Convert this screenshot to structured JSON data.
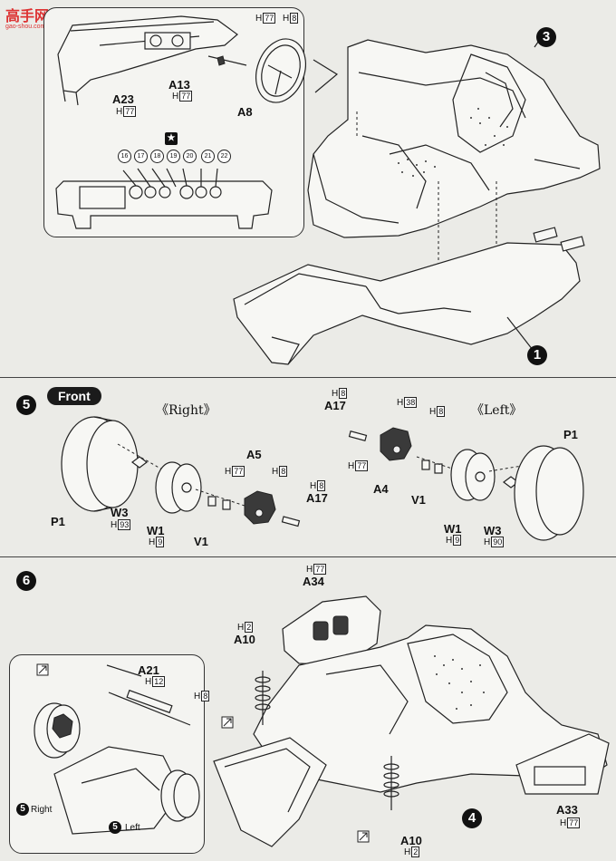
{
  "watermark": {
    "name": "高手网",
    "url": "gao-shou.com"
  },
  "sections": {
    "inset": {
      "labels": {
        "a23": "A23",
        "a13": "A13",
        "a8": "A8"
      },
      "h": {
        "a23": "77",
        "a13": "77",
        "a8_top": "8",
        "h77_top": "77"
      },
      "gauges": [
        "16",
        "17",
        "18",
        "19",
        "20",
        "21",
        "22"
      ],
      "star": "★"
    },
    "top": {
      "step3": "3",
      "step1": "1"
    },
    "step5": {
      "number": "5",
      "tag": "Front",
      "right_label": "《Right》",
      "left_label": "《Left》",
      "parts": {
        "p1_r": "P1",
        "w3_r": "W3",
        "w1_r": "W1",
        "v1_r": "V1",
        "a5": "A5",
        "a17_r": "A17",
        "a17_l": "A17",
        "a4": "A4",
        "v1_l": "V1",
        "w1_l": "W1",
        "w3_l": "W3",
        "p1_l": "P1"
      },
      "h": {
        "w3_r": "93",
        "w1_r": "9",
        "a5_a": "77",
        "a5_b": "8",
        "a17_r": "8",
        "a17_l": "8",
        "a4_top_a": "38",
        "a4_top_b": "8",
        "a4_side": "77",
        "w1_l": "9",
        "w3_l": "90"
      }
    },
    "step6": {
      "number": "6",
      "parts": {
        "a34": "A34",
        "a10_top": "A10",
        "a21": "A21",
        "a33": "A33",
        "a10_bot": "A10",
        "step4": "4"
      },
      "h": {
        "a34": "77",
        "a10_top": "2",
        "a21": "12",
        "h8": "8",
        "a33": "77",
        "a10_bot": "2"
      },
      "sub": {
        "right_num": "5",
        "right_text": "Right",
        "left_num": "5",
        "left_text": "Left"
      }
    }
  }
}
